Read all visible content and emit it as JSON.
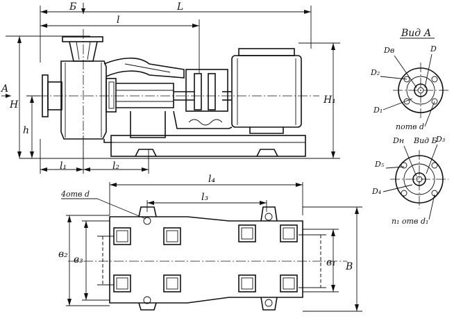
{
  "top_dims": {
    "L": "L",
    "l": "l",
    "b_view": "Б",
    "H": "H",
    "h": "h",
    "H1": "H₁",
    "l1": "l₁",
    "l2": "l₂",
    "A": "A"
  },
  "plan_dims": {
    "l4": "l₄",
    "l3": "l₃",
    "holes_4": "4отв d",
    "b2": "в₂",
    "b3": "в₃",
    "b1": "в₁",
    "B": "В"
  },
  "view_a": {
    "title": "Вид А",
    "D8": "Dв",
    "D": "D",
    "D2": "D₂",
    "D1": "D₁",
    "holes": "nотв d"
  },
  "view_b": {
    "title": "Вид Б",
    "Dn": "Dн",
    "D3": "D₃",
    "D5": "D₅",
    "D4": "D₄",
    "holes": "n₁ отв d₁"
  }
}
